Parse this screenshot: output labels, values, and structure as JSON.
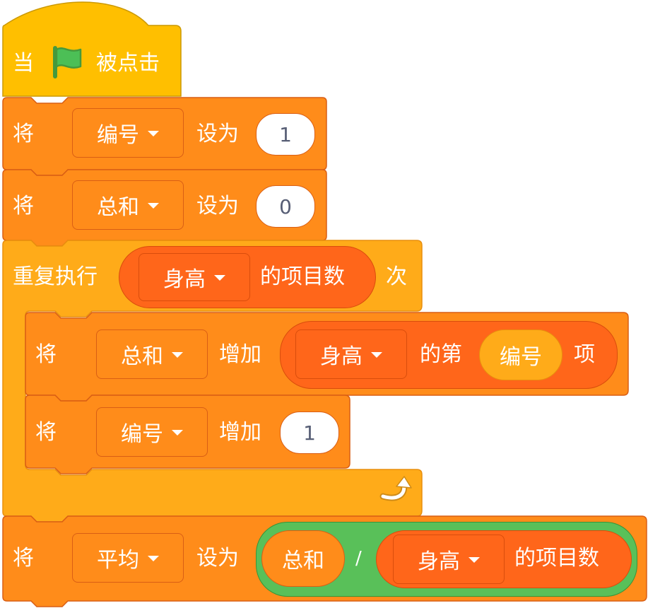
{
  "colors": {
    "events": "#ffbf00",
    "variables": "#ff8c1a",
    "lists": "#ff661a",
    "control": "#ffab19",
    "operators": "#59c059",
    "flag": "#4cbf56"
  },
  "script": {
    "hat": {
      "text_when": "当",
      "icon": "green-flag-icon",
      "text_clicked": "被点击"
    },
    "set_index": {
      "verb": "将",
      "variable": "编号",
      "action": "设为",
      "value": "1"
    },
    "set_sum": {
      "verb": "将",
      "variable": "总和",
      "action": "设为",
      "value": "0"
    },
    "repeat": {
      "label": "重复执行",
      "list": "身高",
      "length_label": "的项目数",
      "times_label": "次",
      "loop_icon": "loop-arrow-icon"
    },
    "change_sum": {
      "verb": "将",
      "variable": "总和",
      "action": "增加",
      "item_list": "身高",
      "item_of": "的第",
      "item_index": "编号",
      "item_suffix": "项"
    },
    "change_index": {
      "verb": "将",
      "variable": "编号",
      "action": "增加",
      "value": "1"
    },
    "set_avg": {
      "verb": "将",
      "variable": "平均",
      "action": "设为",
      "numerator": "总和",
      "operator": "/",
      "list": "身高",
      "length_label": "的项目数"
    }
  }
}
